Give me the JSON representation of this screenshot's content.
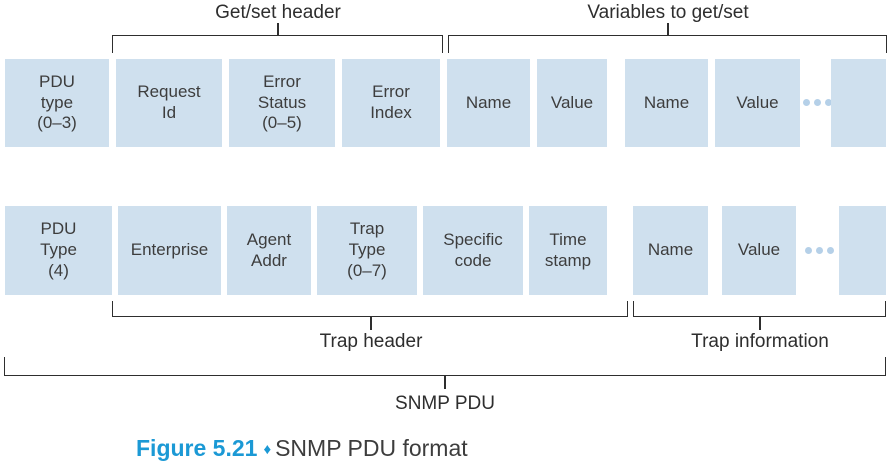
{
  "labels": {
    "get_set_header": "Get/set header",
    "variables_to_get_set": "Variables to get/set",
    "trap_header": "Trap header",
    "trap_information": "Trap information",
    "snmp_pdu": "SNMP PDU"
  },
  "row1": {
    "fields": [
      "PDU\ntype\n(0–3)",
      "Request\nId",
      "Error\nStatus\n(0–5)",
      "Error\nIndex",
      "Name",
      "Value",
      "Name",
      "Value"
    ],
    "ellipsis_icon": "ellipsis-dots"
  },
  "row2": {
    "fields": [
      "PDU\nType\n(4)",
      "Enterprise",
      "Agent\nAddr",
      "Trap\nType\n(0–7)",
      "Specific\ncode",
      "Time\nstamp",
      "Name",
      "Value"
    ],
    "ellipsis_icon": "ellipsis-dots"
  },
  "caption": {
    "figure_label": "Figure 5.21",
    "bullet": "♦",
    "text": "SNMP PDU format"
  },
  "colors": {
    "box_fill": "#cfe0ee",
    "dot_fill": "#b5d0e8",
    "line": "#2e2e2e",
    "text": "#3d3d3d",
    "caption_accent": "#1b99d5"
  }
}
